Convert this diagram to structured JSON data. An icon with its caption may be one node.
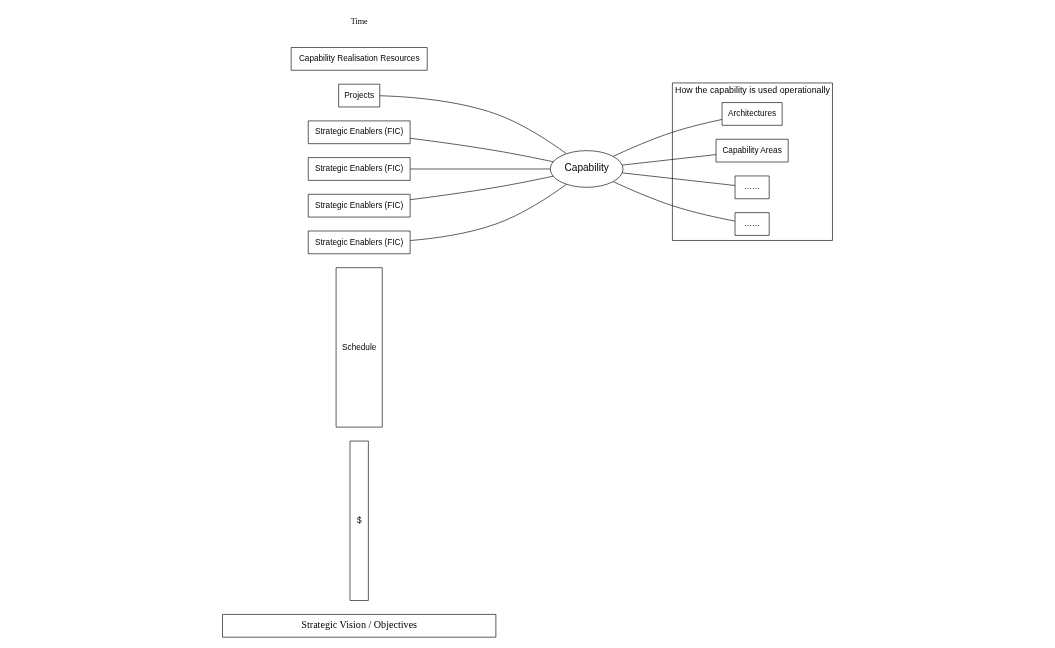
{
  "diagram": {
    "nodes": [
      {
        "text": [
          "Strategic Vision / Objectives"
        ]
      },
      {
        "text": [
          "$"
        ]
      },
      {
        "text": [
          "Schedule"
        ]
      },
      {
        "text": [
          "Projects"
        ]
      },
      {
        "text": [
          "Strategic Enablers (FIC)"
        ]
      },
      {
        "text": [
          "Strategic Enablers (FIC)"
        ]
      },
      {
        "text": [
          "Strategic Enablers (FIC)"
        ]
      },
      {
        "text": [
          "Strategic Enablers (FIC)"
        ]
      },
      {
        "text": [
          "Capability Realisation Resources"
        ]
      },
      {
        "text": [
          "Capability"
        ]
      },
      {
        "text": [
          "How the capability is used operationally"
        ]
      },
      {
        "text": [
          "Architectures"
        ],
        "in": 10
      },
      {
        "text": [
          "Capability Areas"
        ],
        "in": 10
      },
      {
        "text": [
          "……"
        ],
        "in": 10
      },
      {
        "text": [
          "……"
        ],
        "in": 10
      }
    ],
    "edges": [
      {
        "from": 3,
        "to": 9,
        "arrow": "none"
      },
      {
        "from": 4,
        "to": 9,
        "arrow": "none"
      },
      {
        "from": 5,
        "to": 9,
        "arrow": "none"
      },
      {
        "from": 6,
        "to": 9,
        "arrow": "none"
      },
      {
        "from": 7,
        "to": 9,
        "arrow": "none"
      },
      {
        "from": 9,
        "to": 11,
        "arrow": "none"
      },
      {
        "from": 9,
        "to": 12,
        "arrow": "none"
      },
      {
        "from": 9,
        "to": 13,
        "arrow": "none"
      },
      {
        "from": 9,
        "to": 14,
        "arrow": "none"
      }
    ],
    "labels": [
      "Time"
    ]
  }
}
